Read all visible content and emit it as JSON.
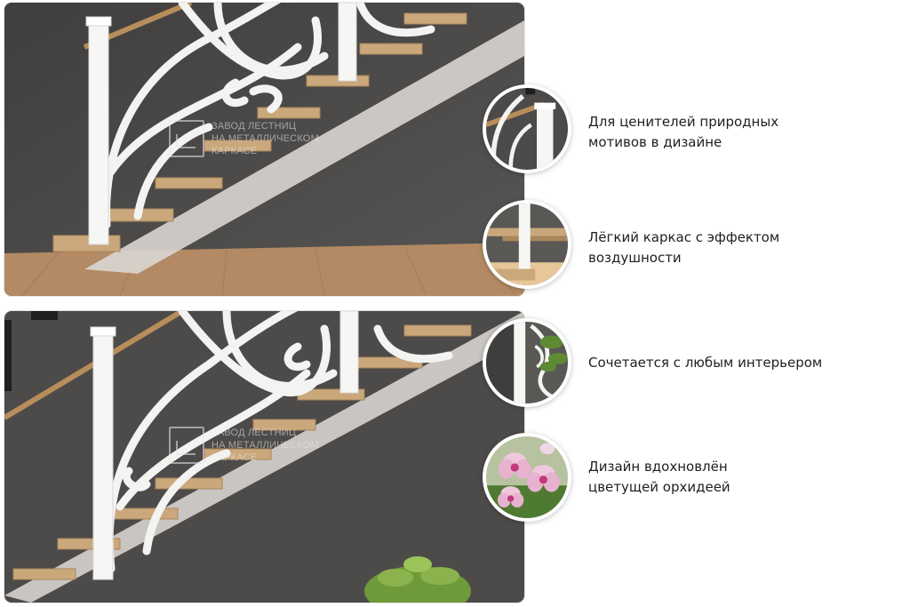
{
  "watermark": {
    "line1": "ЗАВОД ЛЕСТНИЦ",
    "line2": "НА МЕТАЛЛИЧЕСКОМ",
    "line3": "КАРКАСЕ"
  },
  "features": [
    {
      "line1": "Для ценителей природных",
      "line2": "мотивов в дизайне",
      "icon": "railing-post-closeup"
    },
    {
      "line1": "Лёгкий каркас с эффектом",
      "line2": "воздушности",
      "icon": "step-closeup"
    },
    {
      "line1": "Сочетается с любым интерьером",
      "line2": "",
      "icon": "railing-plant-closeup"
    },
    {
      "line1": "Дизайн вдохновлён",
      "line2": "цветущей орхидеей",
      "icon": "orchid-flower"
    }
  ],
  "colors": {
    "wall": "#4a4846",
    "wood_step": "#c9a77a",
    "floor": "#b08560",
    "railing": "#f2f2f0",
    "handrail": "#b88d5c"
  }
}
